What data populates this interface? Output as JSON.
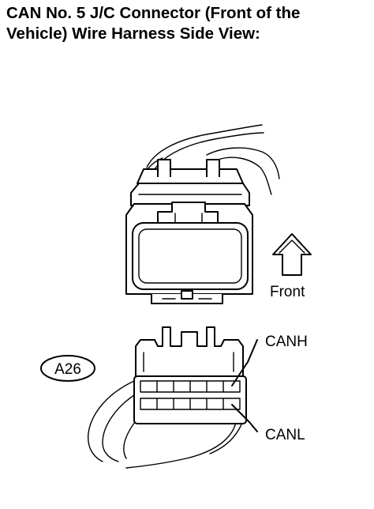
{
  "title": {
    "line1": "CAN No. 5 J/C Connector (Front of the",
    "line2": "Vehicle) Wire Harness Side View:"
  },
  "labels": {
    "front": "Front",
    "connector_code": "A26",
    "canh": "CANH",
    "canl": "CANL"
  }
}
